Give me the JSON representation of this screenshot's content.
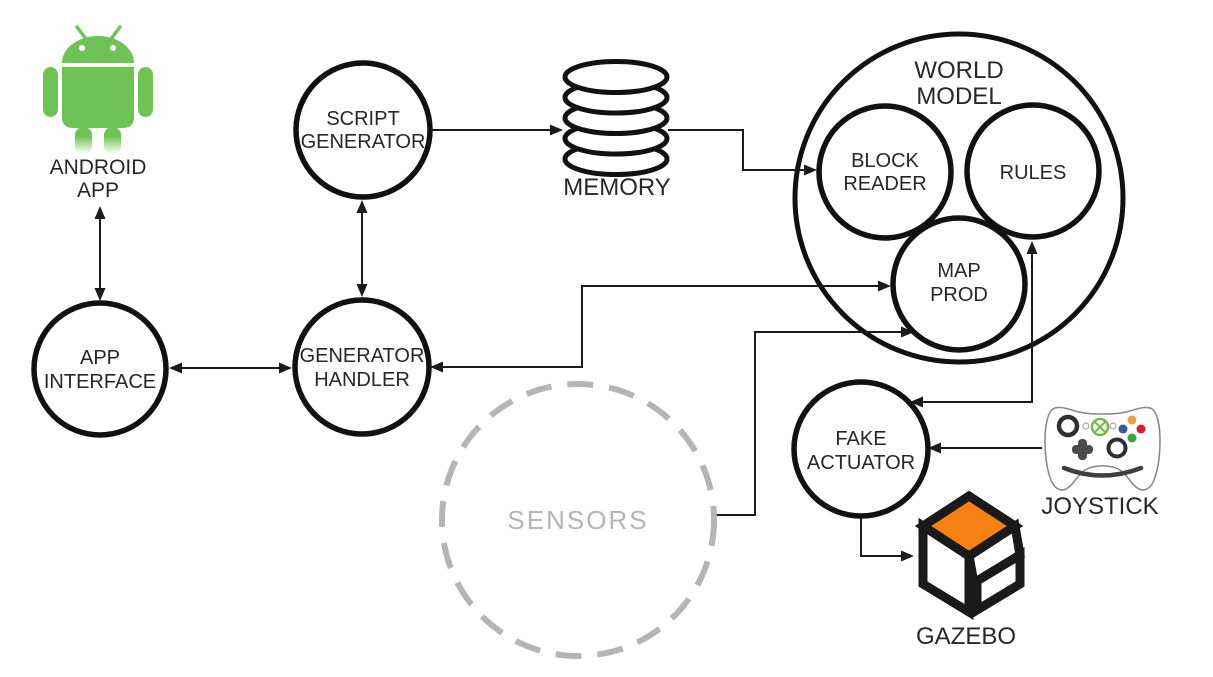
{
  "diagram": {
    "nodes": {
      "android_app": {
        "line1": "ANDROID",
        "line2": "APP"
      },
      "app_interface": {
        "line1": "APP",
        "line2": "INTERFACE"
      },
      "script_generator": {
        "line1": "SCRIPT",
        "line2": "GENERATOR"
      },
      "generator_handler": {
        "line1": "GENERATOR",
        "line2": "HANDLER"
      },
      "memory": {
        "label": "MEMORY"
      },
      "world_model": {
        "line1": "WORLD",
        "line2": "MODEL"
      },
      "block_reader": {
        "line1": "BLOCK",
        "line2": "READER"
      },
      "rules": {
        "label": "RULES"
      },
      "map_prod": {
        "line1": "MAP",
        "line2": "PROD"
      },
      "fake_actuator": {
        "line1": "FAKE",
        "line2": "ACTUATOR"
      },
      "sensors": {
        "label": "SENSORS"
      },
      "joystick": {
        "label": "JOYSTICK"
      },
      "gazebo": {
        "label": "GAZEBO"
      }
    },
    "colors": {
      "stroke": "#111111",
      "text": "#26262d",
      "sensors": "#b5b5b5",
      "android_green": "#6fc355",
      "gazebo_orange": "#f58113"
    },
    "icons": {
      "android": "android-icon",
      "memory": "memory-cylinder-icon",
      "joystick": "joystick-icon",
      "gazebo": "gazebo-icon"
    }
  }
}
